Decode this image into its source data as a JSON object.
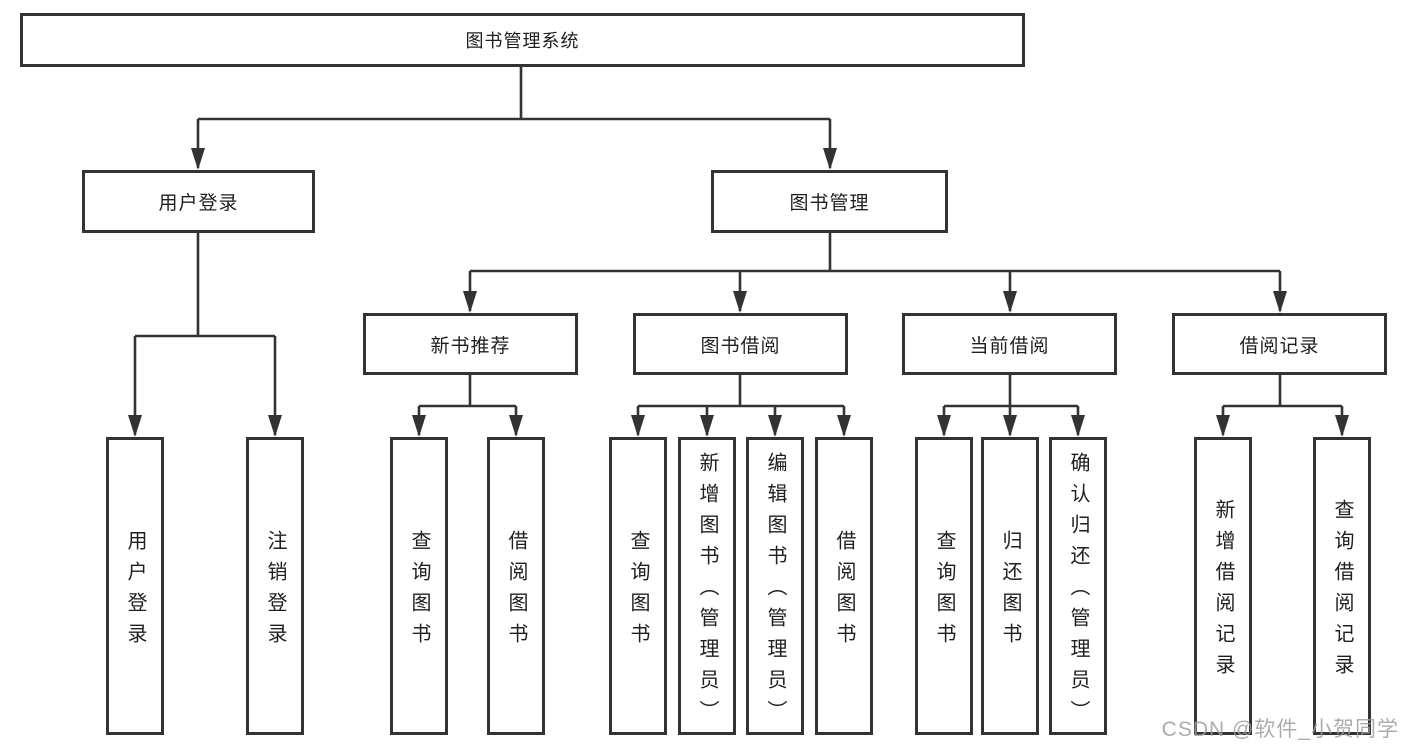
{
  "tree": {
    "label": "图书管理系统",
    "children": [
      {
        "label": "用户登录",
        "children": [
          {
            "label": "用户登录"
          },
          {
            "label": "注销登录"
          }
        ]
      },
      {
        "label": "图书管理",
        "children": [
          {
            "label": "新书推荐",
            "children": [
              {
                "label": "查询图书"
              },
              {
                "label": "借阅图书"
              }
            ]
          },
          {
            "label": "图书借阅",
            "children": [
              {
                "label": "查询图书"
              },
              {
                "label": "新增图书（管理员）"
              },
              {
                "label": "编辑图书（管理员）"
              },
              {
                "label": "借阅图书"
              }
            ]
          },
          {
            "label": "当前借阅",
            "children": [
              {
                "label": "查询图书"
              },
              {
                "label": "归还图书"
              },
              {
                "label": "确认归还（管理员）"
              }
            ]
          },
          {
            "label": "借阅记录",
            "children": [
              {
                "label": "新增借阅记录"
              },
              {
                "label": "查询借阅记录"
              }
            ]
          }
        ]
      }
    ]
  },
  "watermark": {
    "text": "CSDN @软件_小贺同学"
  },
  "colors": {
    "line": "#333333",
    "box_border": "#333333",
    "text": "#1f1f1f",
    "background": "#ffffff",
    "watermark": "#9e9e9e"
  }
}
